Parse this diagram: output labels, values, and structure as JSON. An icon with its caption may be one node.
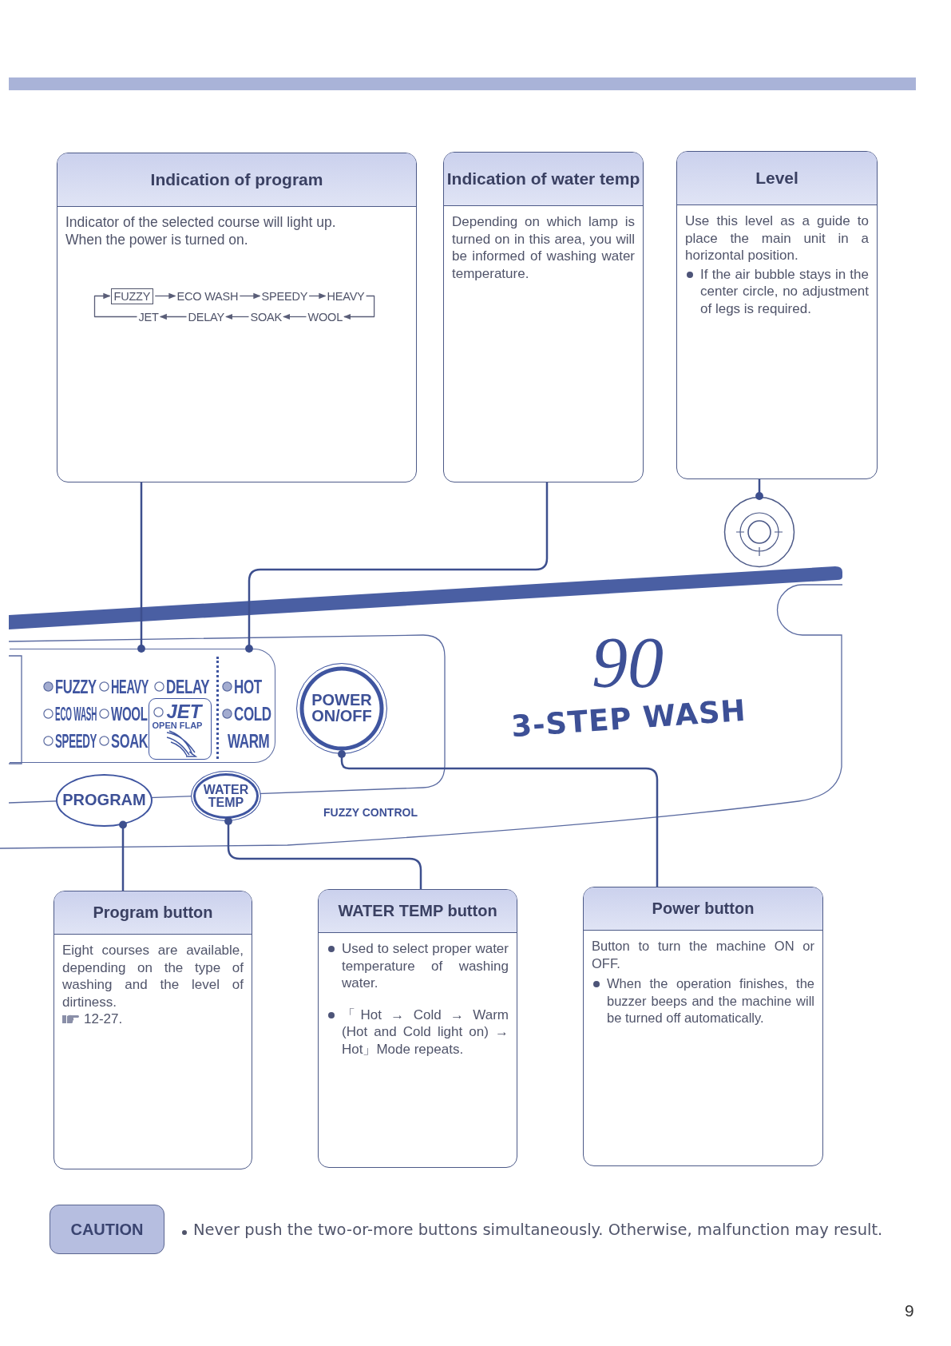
{
  "diagram": {
    "nodes": [
      {
        "text": [
          "Indication of program",
          "Indicator of the selected course will light up.",
          "When the power is turned on."
        ]
      },
      {
        "text": [
          "FUZZY"
        ],
        "in": 0
      },
      {
        "text": [
          "ECO WASH"
        ],
        "in": 0
      },
      {
        "text": [
          "SPEEDY"
        ],
        "in": 0
      },
      {
        "text": [
          "HEAVY"
        ],
        "in": 0
      },
      {
        "text": [
          "JET"
        ],
        "in": 0
      },
      {
        "text": [
          "DELAY"
        ],
        "in": 0
      },
      {
        "text": [
          "SOAK"
        ],
        "in": 0
      },
      {
        "text": [
          "WOOL"
        ],
        "in": 0
      },
      {
        "text": [
          "Indication of water temp",
          "Depending on which lamp is turned on in this area, you will be informed of washing water temperature."
        ]
      },
      {
        "text": [
          "Level",
          "Use this level as a guide to place the main unit in a horizontal position.",
          "If the air bubble stays in the center circle, no adjustment of legs is required."
        ]
      },
      {
        "text": [],
        "shape": "circle"
      },
      {
        "text": [
          "FUZZY",
          "HEAVY",
          "DELAY",
          "ECO WASH",
          "WOOL",
          "SPEEDY",
          "SOAK",
          "HOT",
          "COLD",
          "WARM"
        ]
      },
      {
        "text": [
          "JET",
          "OPEN FLAP"
        ],
        "in": 12
      },
      {
        "text": [
          "POWER ON/OFF"
        ]
      },
      {
        "text": [
          "PROGRAM"
        ]
      },
      {
        "text": [
          "WATER TEMP"
        ]
      },
      {
        "text": [
          "Program button",
          "Eight courses are available, depending on the type of washing and the level of dirtiness.",
          "12-27."
        ]
      },
      {
        "text": [
          "WATER TEMP button",
          "Used to select proper water temperature of washing water.",
          "「Hot → Cold → Warm (Hot and Cold light on) → Hot」Mode repeats."
        ]
      },
      {
        "text": [
          "Power button",
          "Button to turn the machine ON or OFF.",
          "When the operation finishes, the buzzer beeps and the machine will be turned off automatically."
        ]
      },
      {
        "text": [
          "CAUTION"
        ],
        "beside": [
          "Never push the two-or-more buttons simultaneously. Otherwise, malfunction may result."
        ]
      }
    ],
    "edges": [
      {
        "from": 1,
        "to": 2,
        "arrow": "to"
      },
      {
        "from": 2,
        "to": 3,
        "arrow": "to"
      },
      {
        "from": 3,
        "to": 4,
        "arrow": "to"
      },
      {
        "from": 4,
        "to": 8,
        "arrow": "to"
      },
      {
        "from": 8,
        "to": 7,
        "arrow": "to"
      },
      {
        "from": 7,
        "to": 6,
        "arrow": "to"
      },
      {
        "from": 6,
        "to": 5,
        "arrow": "to"
      },
      {
        "from": 5,
        "to": 1,
        "arrow": "to"
      },
      {
        "from": 0,
        "to": 12,
        "arrow": "other"
      },
      {
        "from": 9,
        "to": 12,
        "arrow": "other"
      },
      {
        "from": 10,
        "to": 11,
        "arrow": "other"
      },
      {
        "from": 17,
        "to": 15,
        "arrow": "other"
      },
      {
        "from": 18,
        "to": 16,
        "arrow": "other"
      },
      {
        "from": 19,
        "to": 14,
        "arrow": "other"
      }
    ],
    "labels": [
      "90",
      "3-STEP WASH",
      "FUZZY CONTROL",
      "9"
    ]
  }
}
